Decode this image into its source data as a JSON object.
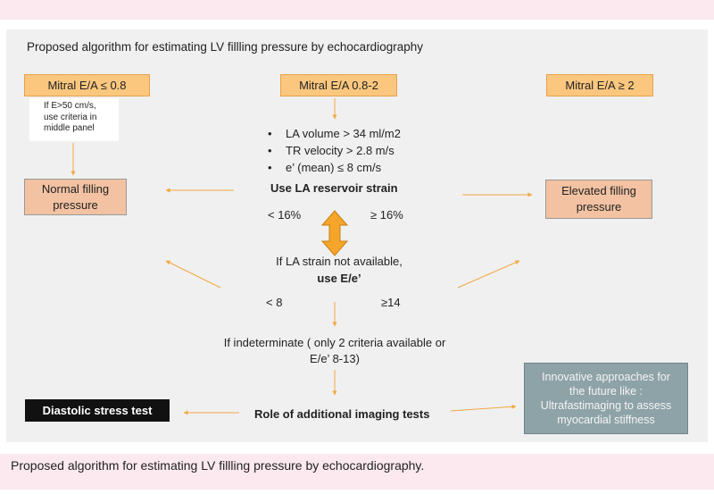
{
  "title": "Proposed algorithm for estimating LV fillling pressure by echocardiography",
  "caption": "Proposed algorithm for estimating LV fillling pressure by echocardiography.",
  "colors": {
    "orange_box": "#fbc77f",
    "peach_box": "#f2c2a2",
    "arrow": "#f0a842",
    "grey_box": "#8ea3a8"
  },
  "mitral_low": "Mitral E/A ≤ 0.8",
  "mitral_mid": "Mitral E/A 0.8-2",
  "mitral_high": "Mitral E/A  ≥ 2",
  "note_lines": [
    "If E>50 cm/s,",
    "use criteria in",
    "middle panel"
  ],
  "criteria": [
    "LA volume > 34 ml/m2",
    "TR velocity > 2.8 m/s",
    "e’ (mean) ≤ 8 cm/s"
  ],
  "reservoir_strain": "Use LA reservoir strain",
  "strain_low": "< 16%",
  "strain_high": "≥ 16%",
  "normal_lines": [
    "Normal filling",
    "pressure"
  ],
  "elevated_lines": [
    "Elevated filling",
    "pressure"
  ],
  "strain_unavailable": "If LA strain not available,",
  "use_ee": "use E/e’",
  "ee_low": "< 8",
  "ee_high": "≥14",
  "indeterminate_lines": [
    "If indeterminate ( only 2 criteria available or",
    "E/e’ 8-13)"
  ],
  "diastolic_stress": "Diastolic stress test",
  "imaging_tests": "Role of additional imaging tests",
  "innovative_lines": [
    "Innovative approaches for",
    "the future like :",
    "Ultrafastimaging to  assess",
    "myocardial stiffness"
  ]
}
